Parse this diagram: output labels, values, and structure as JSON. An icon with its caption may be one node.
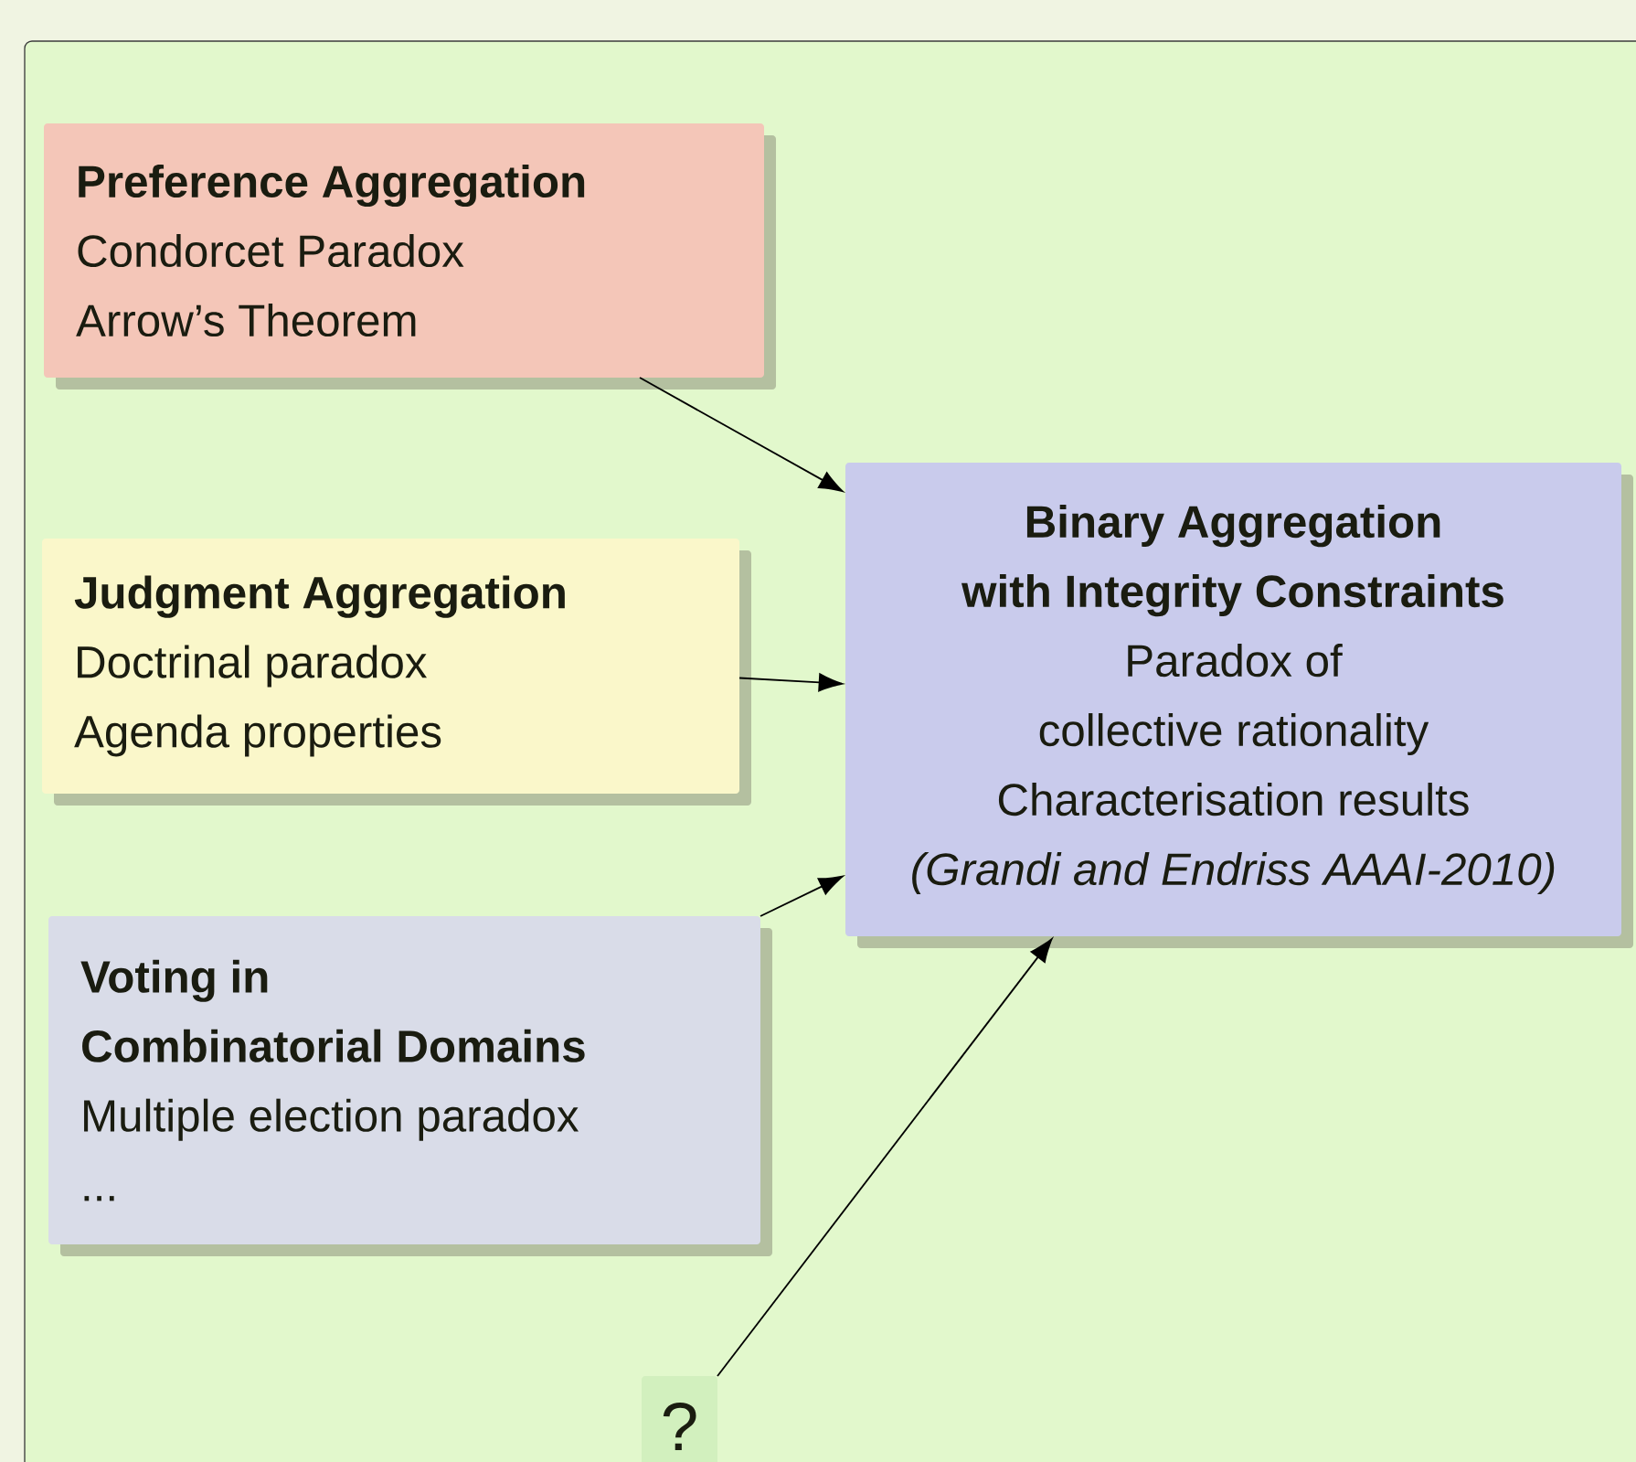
{
  "diagram": {
    "nodes": [
      {
        "text": [
          "Preference Aggregation",
          "Condorcet Paradox",
          "Arrow’s Theorem"
        ]
      },
      {
        "text": [
          "Judgment Aggregation",
          "Doctrinal paradox",
          "Agenda properties"
        ]
      },
      {
        "text": [
          "Voting in Combinatorial Domains",
          "Multiple election paradox",
          "..."
        ]
      },
      {
        "text": [
          "Binary Aggregation with Integrity Constraints",
          "Paradox of collective rationality",
          "Characterisation results",
          "(Grandi and Endriss AAAI-2010)"
        ]
      },
      {
        "text": [
          "?"
        ]
      }
    ],
    "edges": [
      {
        "from": 0,
        "to": 3,
        "arrow": "to"
      },
      {
        "from": 1,
        "to": 3,
        "arrow": "to"
      },
      {
        "from": 2,
        "to": 3,
        "arrow": "to"
      },
      {
        "from": 4,
        "to": 3,
        "arrow": "to"
      }
    ]
  }
}
